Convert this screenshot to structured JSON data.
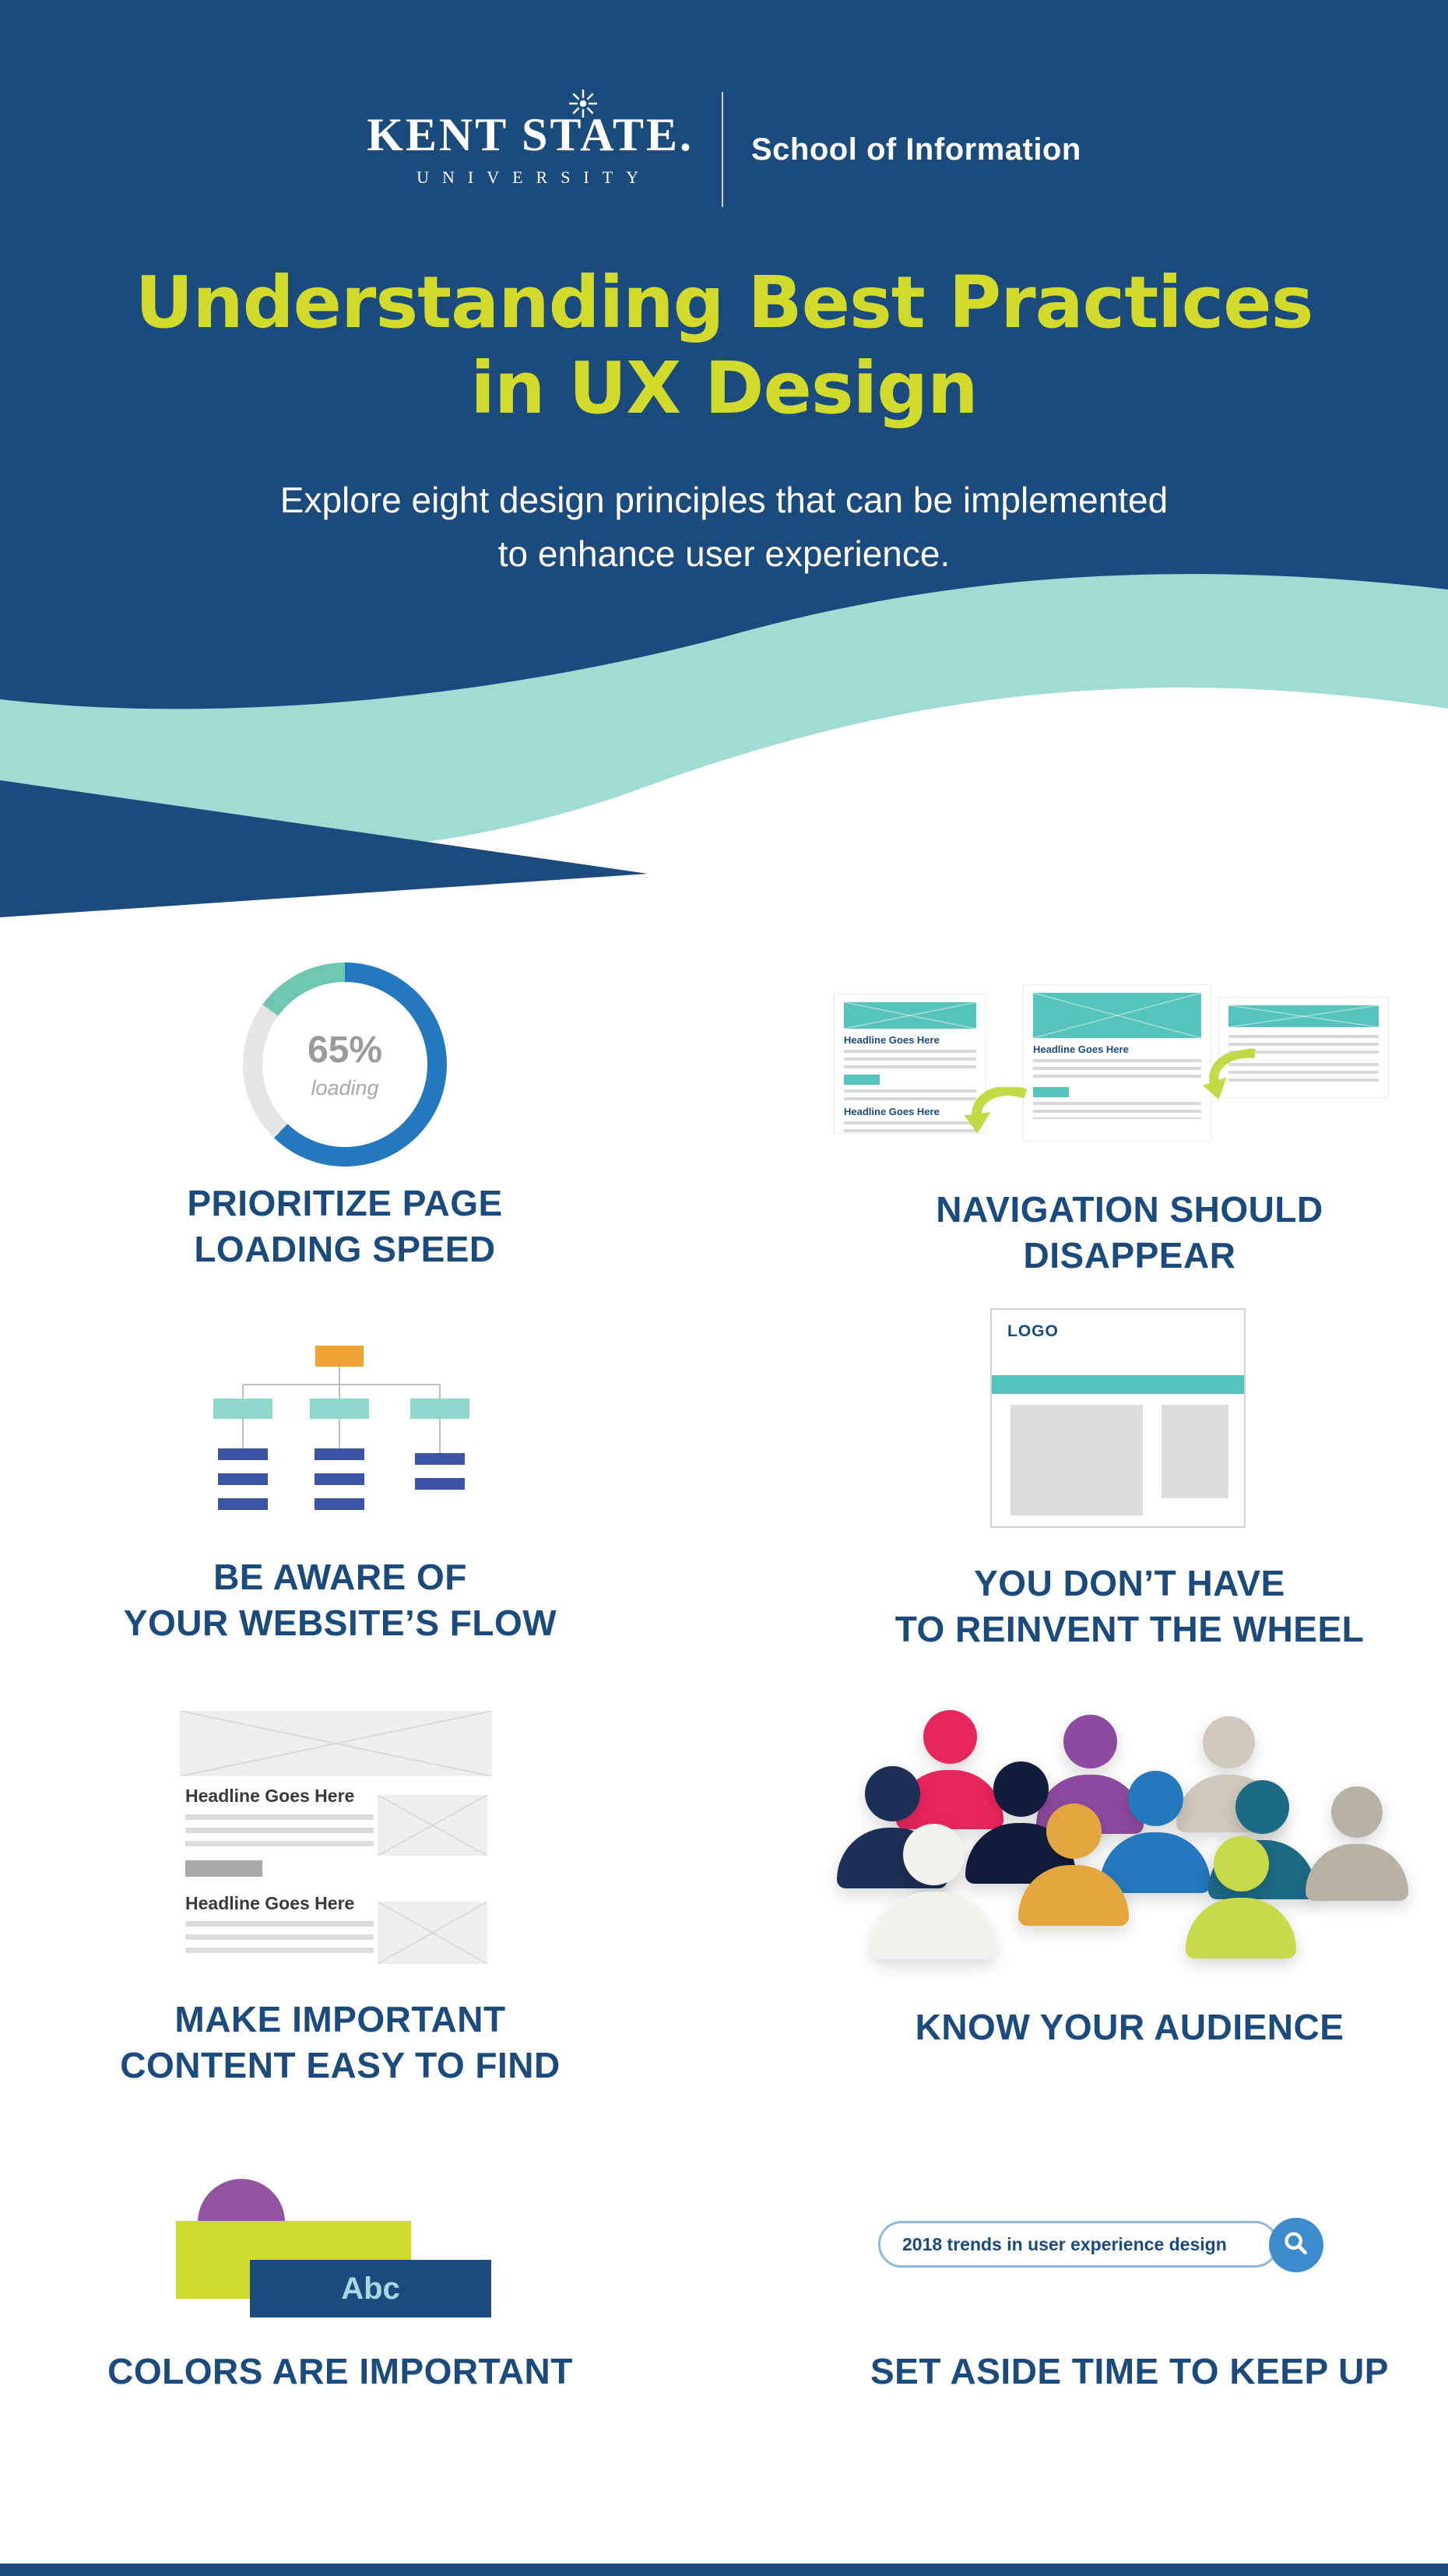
{
  "brand": {
    "logo_name": "KENT STATE.",
    "logo_sub": "UNIVERSITY",
    "logo_division": "School of Information"
  },
  "header": {
    "title_line1": "Understanding Best Practices",
    "title_line2": "in UX Design",
    "subtitle_line1": "Explore eight design principles that can be implemented",
    "subtitle_line2": "to enhance user experience."
  },
  "palette": {
    "navy": "#1b4a7d",
    "lime": "#d2db2c",
    "teal_band": "#9edcd4",
    "teal_ui": "#56c3bc",
    "orange": "#f0a232",
    "indigo": "#3c54a4",
    "purple": "#9453a1",
    "blue": "#2478be"
  },
  "items": {
    "loading": {
      "percent": "65%",
      "caption": "loading",
      "title_line1": "PRIORITIZE PAGE",
      "title_line2": "LOADING SPEED"
    },
    "navigation": {
      "title_line1": "NAVIGATION SHOULD",
      "title_line2": "DISAPPEAR",
      "card1_headline1": "Headline Goes Here",
      "card1_headline2": "Headline Goes Here",
      "card2_headline": "Headline Goes Here"
    },
    "flow": {
      "title_line1": "BE AWARE OF",
      "title_line2": "YOUR WEBSITE’S FLOW"
    },
    "wheel": {
      "logo_text": "LOGO",
      "title_line1": "YOU DON’T HAVE",
      "title_line2": "TO REINVENT THE WHEEL"
    },
    "content": {
      "headline1": "Headline Goes Here",
      "headline2": "Headline Goes Here",
      "title_line1": "MAKE IMPORTANT",
      "title_line2": "CONTENT EASY TO FIND"
    },
    "audience": {
      "title": "KNOW YOUR AUDIENCE",
      "person_colors": [
        "#e8265e",
        "#8d4a9e",
        "#cfc8bd",
        "#1d2f56",
        "#131c3d",
        "#2478be",
        "#1d6a85",
        "#b7b1a6",
        "#e3a63e",
        "#f1f1ee",
        "#c7da49"
      ]
    },
    "colors": {
      "sample_text": "Abc",
      "title": "COLORS ARE IMPORTANT"
    },
    "keepup": {
      "search_query": "2018 trends in user experience design",
      "title": "SET ASIDE TIME TO KEEP UP"
    }
  }
}
